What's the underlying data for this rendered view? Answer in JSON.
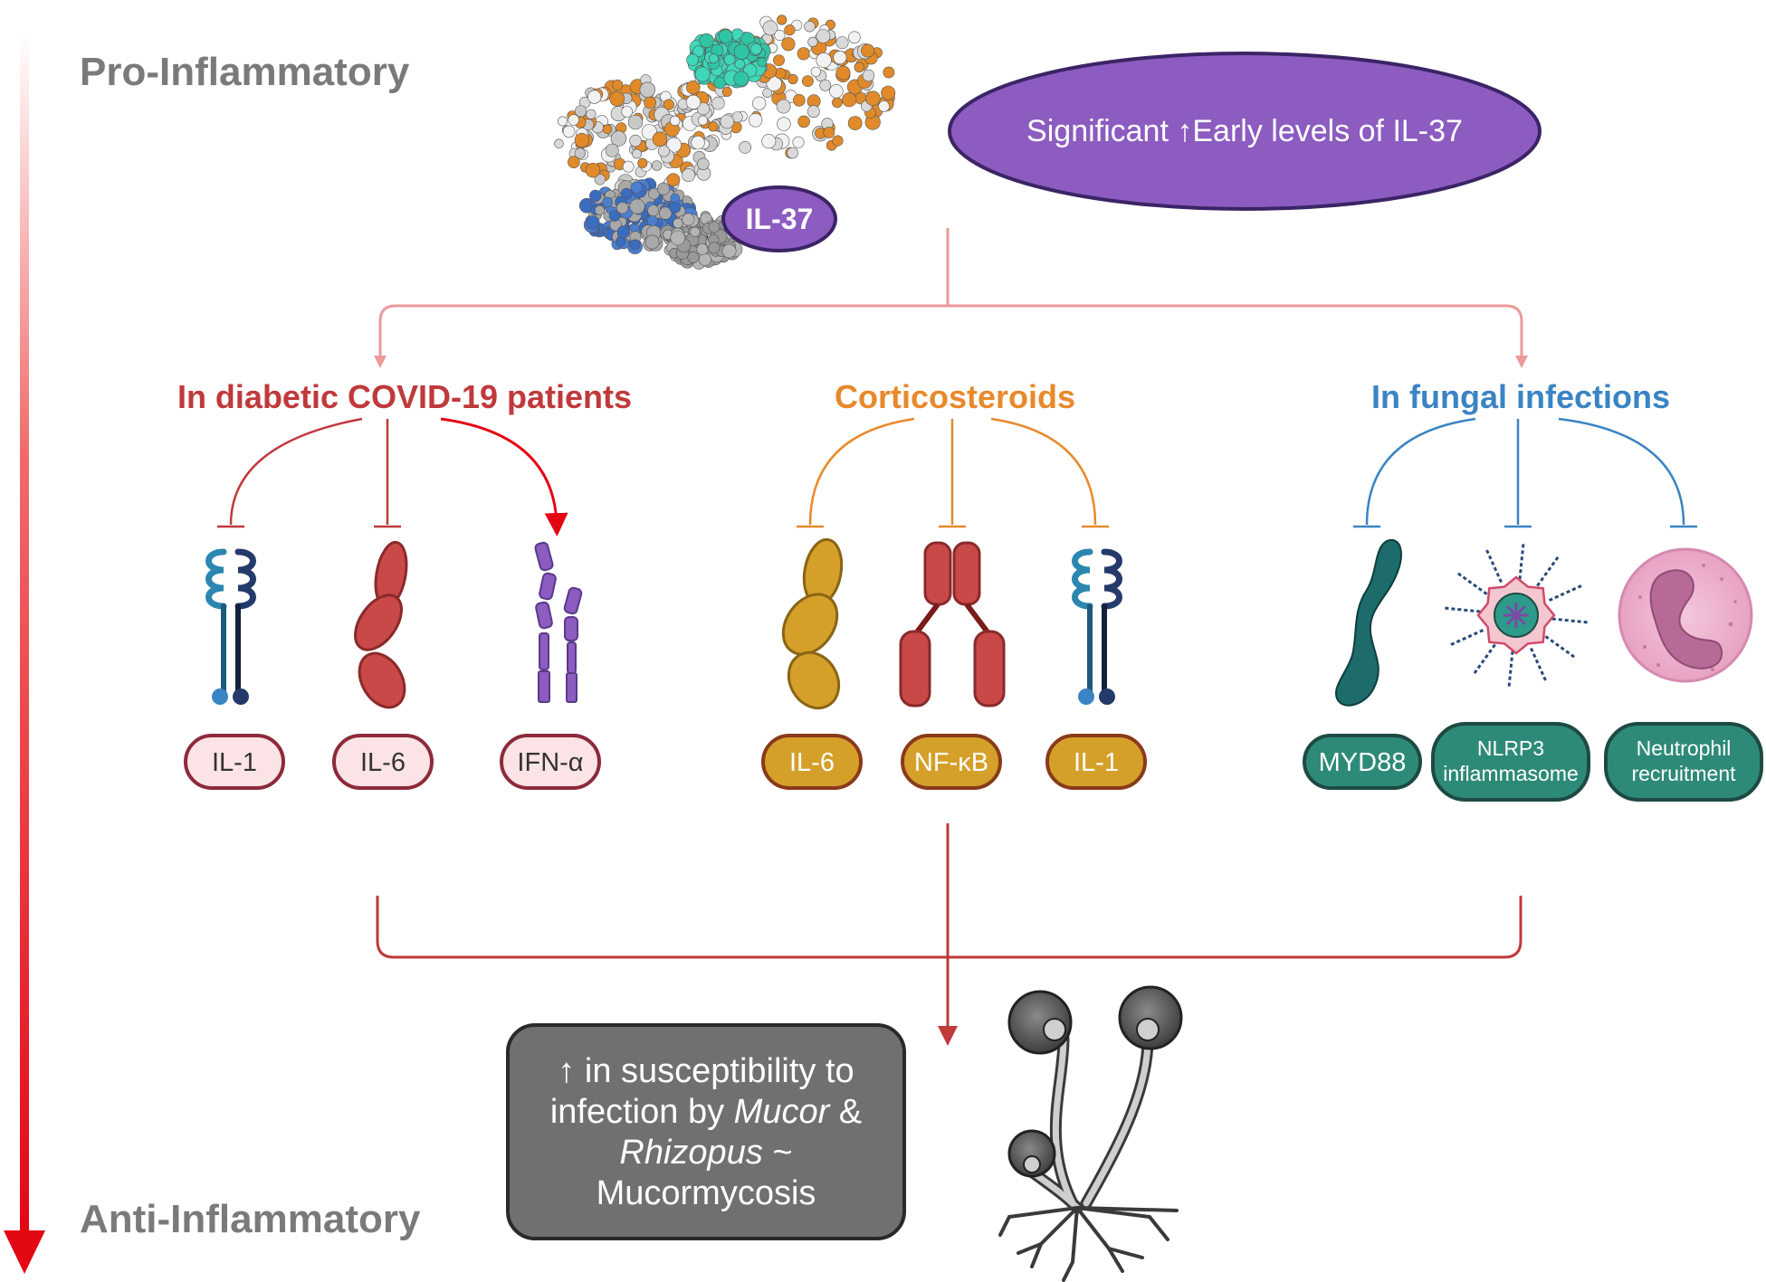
{
  "gradient_arrow": {
    "top_label": "Pro-Inflammatory",
    "bottom_label": "Anti-Inflammatory"
  },
  "molecule": {
    "badge": "IL-37"
  },
  "headline": "Significant ↑Early levels of IL-37",
  "groups": [
    {
      "title": "In diabetic COVID-19 patients",
      "color": "#c0393b",
      "targets": [
        {
          "icon": "il1-receptor-icon",
          "label": "IL-1",
          "effect": "inhibit"
        },
        {
          "icon": "il6-molecule-icon",
          "label": "IL-6",
          "effect": "inhibit"
        },
        {
          "icon": "ifn-alpha-receptor-icon",
          "label": "IFN-α",
          "effect": "activate"
        }
      ]
    },
    {
      "title": "Corticosteroids",
      "color": "#e8892b",
      "targets": [
        {
          "icon": "il6-molecule-icon",
          "label": "IL-6",
          "effect": "inhibit"
        },
        {
          "icon": "nfkb-dimer-icon",
          "label": "NF-κB",
          "effect": "inhibit"
        },
        {
          "icon": "il1-receptor-icon",
          "label": "IL-1",
          "effect": "inhibit"
        }
      ]
    },
    {
      "title": "In fungal infections",
      "color": "#3a84c4",
      "targets": [
        {
          "icon": "myd88-protein-icon",
          "label": "MYD88",
          "effect": "inhibit"
        },
        {
          "icon": "nlrp3-inflammasome-icon",
          "label_line1": "NLRP3",
          "label_line2": "inflammasome",
          "effect": "inhibit"
        },
        {
          "icon": "neutrophil-cell-icon",
          "label_line1": "Neutrophil",
          "label_line2": "recruitment",
          "effect": "inhibit"
        }
      ]
    }
  ],
  "outcome": {
    "line1": "↑ in susceptibility to",
    "line2_prefix": "infection by ",
    "line2_italic": "Mucor",
    "line2_suffix": " &",
    "line3_italic": "Rhizopus",
    "line3_suffix": " ~",
    "line4": "Mucormycosis"
  },
  "colors": {
    "gradient_top": "#ffffff",
    "gradient_bottom": "#e30613",
    "il37_purple": "#8c5cc0",
    "connector_pink": "#ec9a9a",
    "merge_red": "#c0393b",
    "red_pill_fill": "#fbe3e6",
    "red_pill_stroke": "#8c2a3a",
    "orange_pill_fill": "#d4a02a",
    "orange_pill_stroke": "#8a3a1a",
    "teal_pill_fill": "#2e8a78",
    "teal_pill_stroke": "#1d4a42",
    "outcome_box": "#707070"
  }
}
